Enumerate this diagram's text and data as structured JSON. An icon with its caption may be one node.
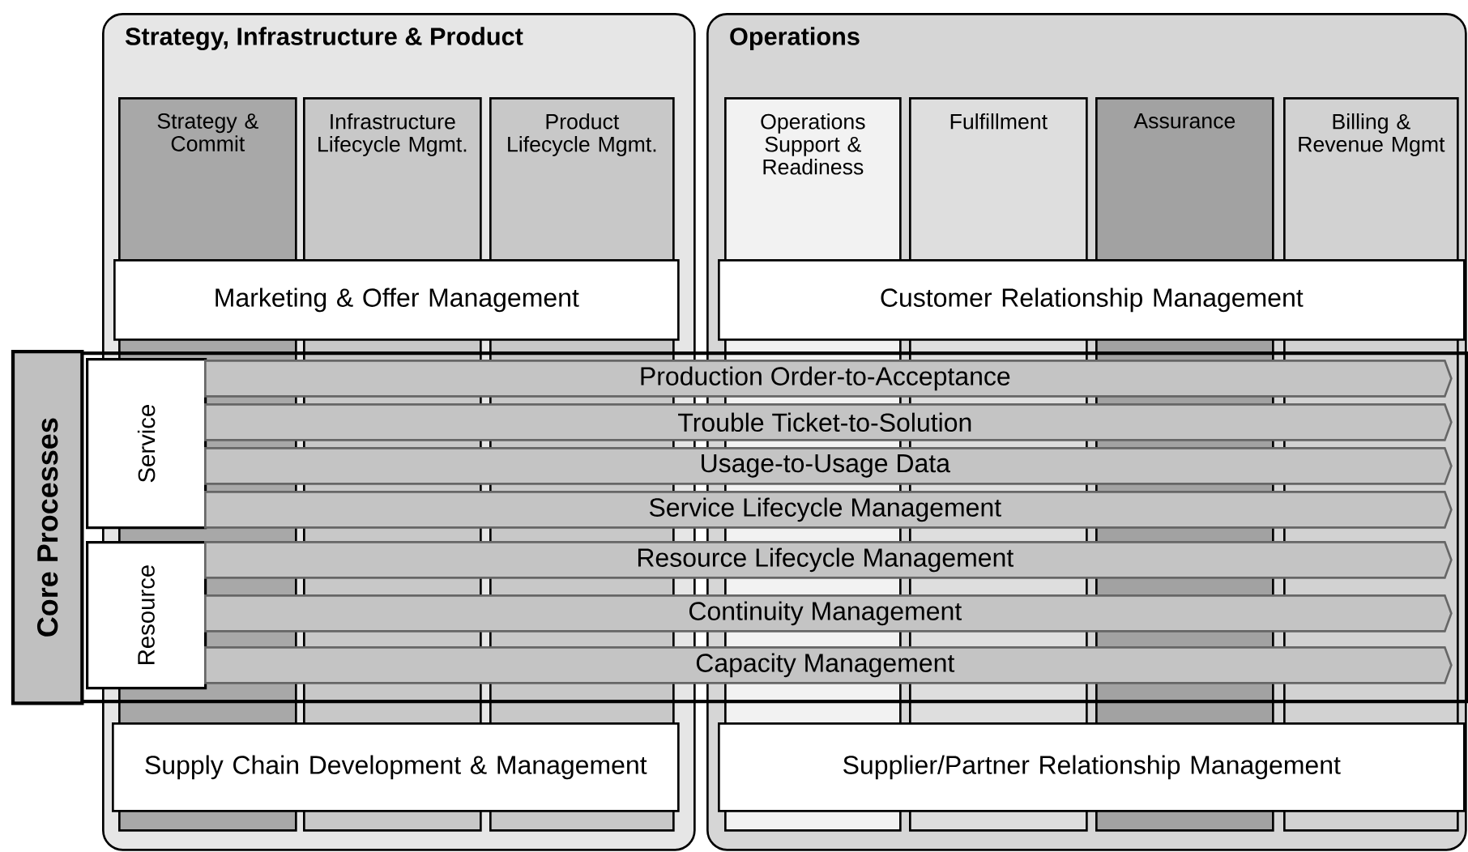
{
  "diagram": {
    "nodes": [
      {
        "text": [
          "Strategy, Infrastructure & Product"
        ]
      },
      {
        "text": [
          "Strategy & Commit"
        ],
        "in": 0
      },
      {
        "text": [
          "Infrastructure Lifecycle Mgmt."
        ],
        "in": 0
      },
      {
        "text": [
          "Product Lifecycle Mgmt."
        ],
        "in": 0
      },
      {
        "text": [
          "Marketing & Offer Management"
        ],
        "in": 0
      },
      {
        "text": [
          "Supply Chain Development & Management"
        ],
        "in": 0
      },
      {
        "text": [
          "Operations"
        ]
      },
      {
        "text": [
          "Operations Support & Readiness"
        ],
        "in": 6
      },
      {
        "text": [
          "Fulfillment"
        ],
        "in": 6
      },
      {
        "text": [
          "Assurance"
        ],
        "in": 6
      },
      {
        "text": [
          "Billing & Revenue Mgmt"
        ],
        "in": 6
      },
      {
        "text": [
          "Customer Relationship Management"
        ],
        "in": 6
      },
      {
        "text": [
          "Supplier/Partner Relationship Management"
        ],
        "in": 6
      },
      {
        "text": [
          "Core Processes"
        ]
      },
      {
        "text": [
          "Service"
        ],
        "in": 13
      },
      {
        "text": [
          "Resource"
        ],
        "in": 13
      },
      {
        "text": [
          "Production Order-to-Acceptance"
        ],
        "in": 13
      },
      {
        "text": [
          "Trouble Ticket-to-Solution"
        ],
        "in": 13
      },
      {
        "text": [
          "Usage-to-Usage Data"
        ],
        "in": 13
      },
      {
        "text": [
          "Service Lifecycle Management"
        ],
        "in": 13
      },
      {
        "text": [
          "Resource Lifecycle Management"
        ],
        "in": 13
      },
      {
        "text": [
          "Continuity Management"
        ],
        "in": 13
      },
      {
        "text": [
          "Capacity Management"
        ],
        "in": 13
      }
    ]
  }
}
